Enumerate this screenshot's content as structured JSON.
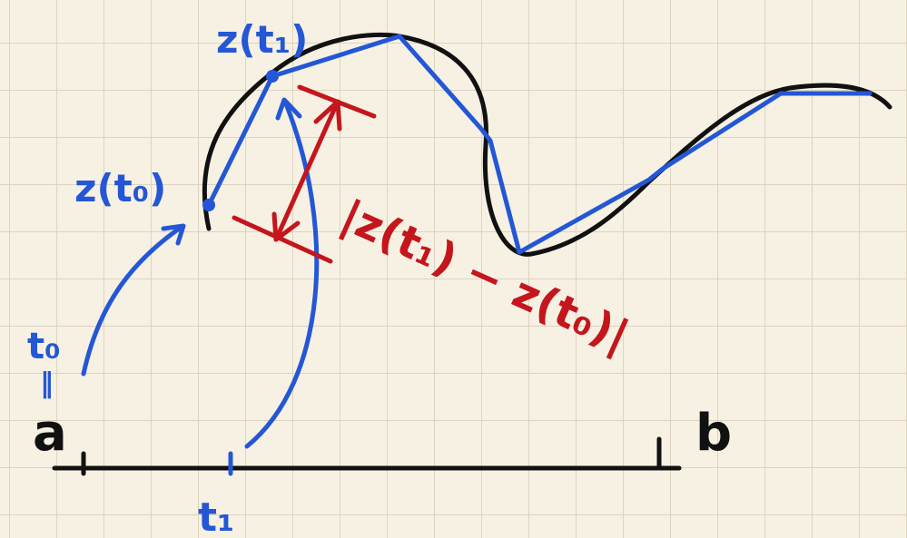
{
  "labels": {
    "z_t1": "z(t₁)",
    "z_t0": "z(t₀)",
    "distance": "|z(t₁) − z(t₀)|",
    "t0_top": "t₀",
    "t0_equals": "‖",
    "a": "a",
    "b": "b",
    "t1": "t₁"
  },
  "colors": {
    "ink": "#111111",
    "blue": "#2457d6",
    "red": "#c4161c",
    "grid": "#ddd3c1",
    "paper": "#f7f1e3"
  }
}
